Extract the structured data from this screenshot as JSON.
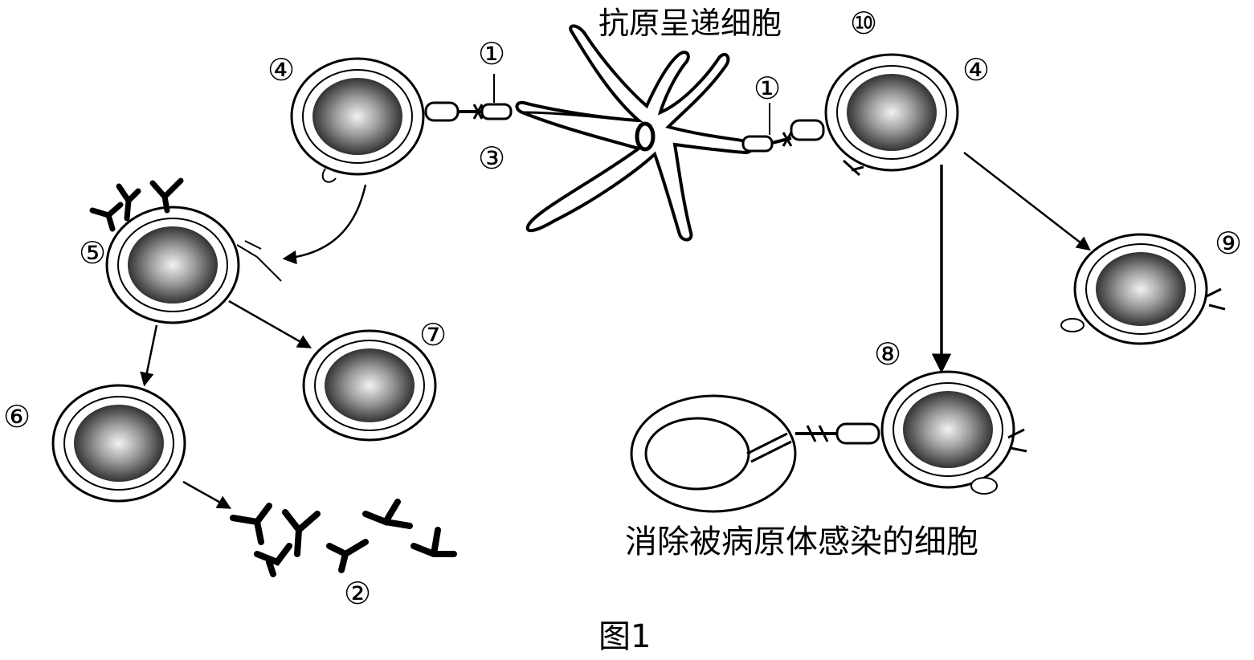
{
  "labels": {
    "apc": "抗原呈递细胞",
    "n1": "①",
    "n2": "②",
    "n3": "③",
    "n4": "④",
    "n5": "⑤",
    "n6": "⑥",
    "n7": "⑦",
    "n8": "⑧",
    "n9": "⑨",
    "n10": "⑩",
    "eliminate": "消除被病原体感染的细胞",
    "figure": "图1"
  },
  "colors": {
    "ink": "#000000",
    "nucleus_dark": "#2b2b2b",
    "nucleus_light": "#e8e8e8"
  }
}
